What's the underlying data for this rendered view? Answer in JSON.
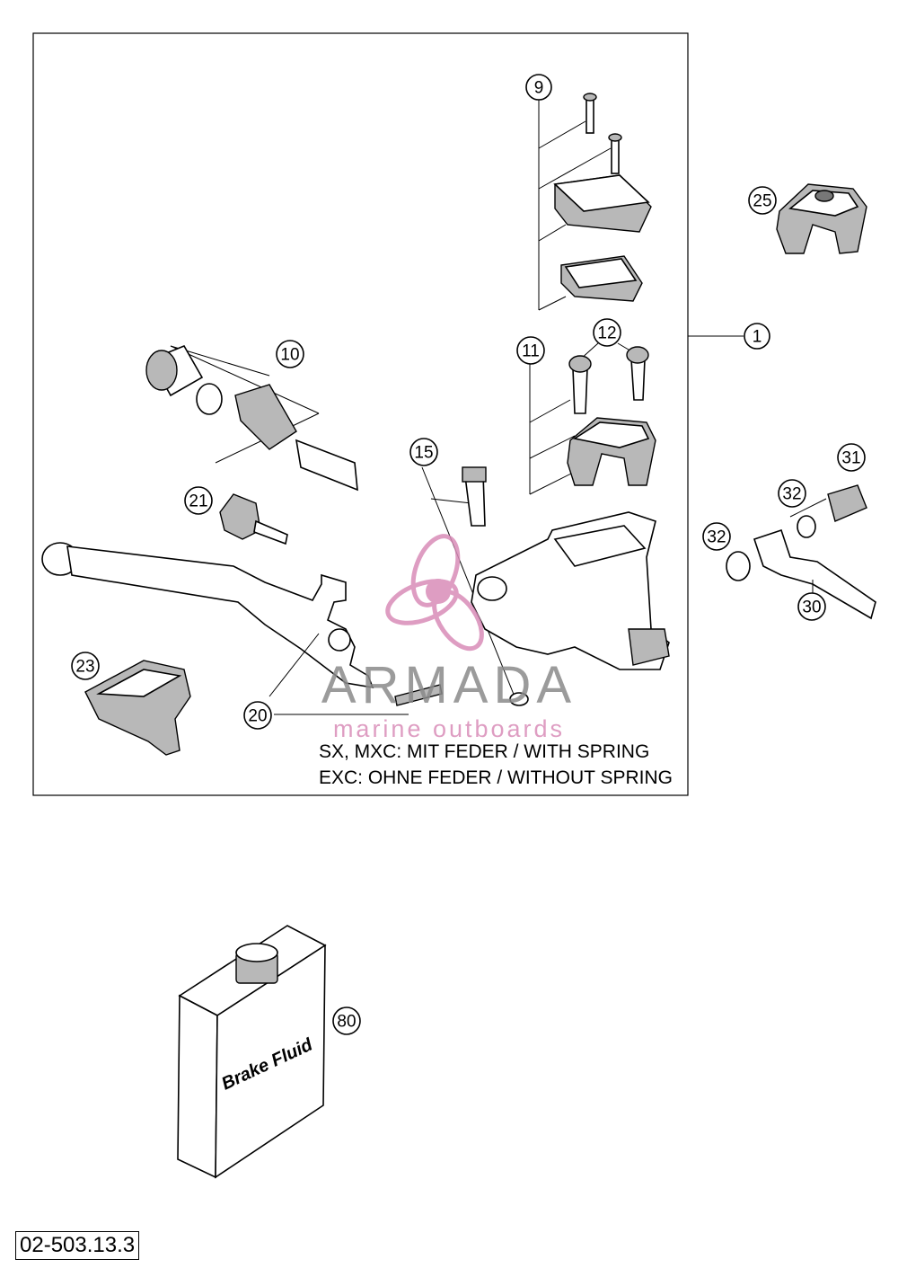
{
  "callouts": {
    "c1": "1",
    "c9": "9",
    "c10": "10",
    "c11": "11",
    "c12": "12",
    "c15": "15",
    "c20": "20",
    "c21": "21",
    "c23": "23",
    "c25": "25",
    "c30": "30",
    "c31": "31",
    "c32a": "32",
    "c32b": "32",
    "c80": "80"
  },
  "notes": {
    "line1": "SX, MXC: MIT FEDER / WITH SPRING",
    "line2": "EXC: OHNE FEDER / WITHOUT SPRING"
  },
  "product_label": "Brake Fluid",
  "watermark": {
    "brand": "ARMADA",
    "tagline": "marine outboards"
  },
  "diagram_code": "02-503.13.3",
  "colors": {
    "line": "#000000",
    "shade": "#b8b8b8",
    "watermark_pink": "#d98cb8",
    "watermark_gray": "#8a8a8a"
  }
}
